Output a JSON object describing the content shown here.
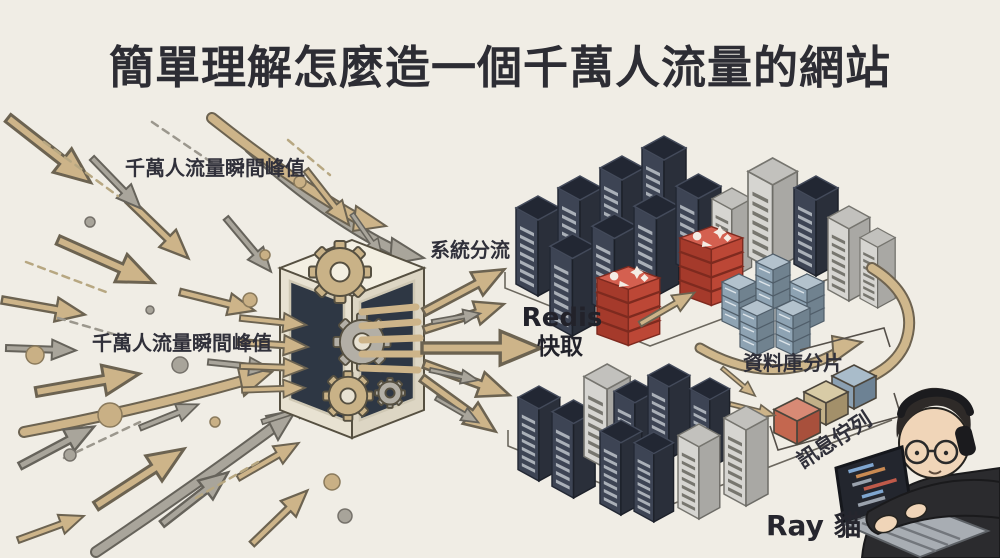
{
  "title": "簡單理解怎麼造一個千萬人流量的網站",
  "labels": {
    "traffic_peak_top": "千萬人流量瞬間峰值",
    "traffic_peak_mid": "千萬人流量瞬間峰值",
    "system_split": "系統分流",
    "redis_en": "Redis",
    "redis_zh": "快取",
    "db_shard": "資料庫分片",
    "message_queue": "訊息佇列",
    "signature": "Ray 貓"
  },
  "icons": {
    "load_balancer": "gearbox-icon",
    "cache": "redis-stack-icon",
    "servers": "server-tower-icon",
    "shards": "db-shard-stack-icon",
    "queue": "cube-icon",
    "person": "developer-with-laptop-icon"
  },
  "colors": {
    "background": "#f0ede5",
    "ink": "#2d2d34",
    "arrow_tan": "#cdb489",
    "arrow_gray": "#a9a59b",
    "server_dark": "#3d4454",
    "server_gray": "#d3d2cf",
    "redis_red": "#cf5847",
    "shard_blue": "#8ea3b3",
    "cube_red": "#c4674f",
    "cube_tan": "#c2b088",
    "cube_blue": "#8ba0b2"
  }
}
